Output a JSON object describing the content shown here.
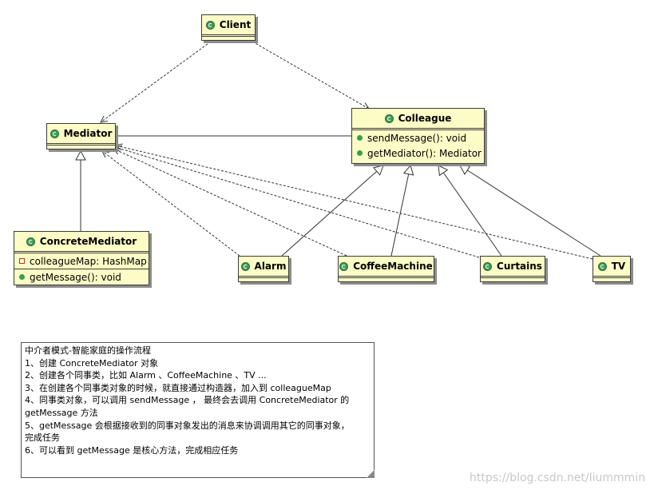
{
  "classes": {
    "client": {
      "name": "Client"
    },
    "mediator": {
      "name": "Mediator"
    },
    "colleague": {
      "name": "Colleague",
      "methods": [
        "sendMessage(): void",
        "getMediator(): Mediator"
      ]
    },
    "concrete_mediator": {
      "name": "ConcreteMediator",
      "attributes": [
        "colleagueMap: HashMap"
      ],
      "methods": [
        "getMessage(): void"
      ]
    },
    "alarm": {
      "name": "Alarm"
    },
    "coffee_machine": {
      "name": "CoffeeMachine"
    },
    "curtains": {
      "name": "Curtains"
    },
    "tv": {
      "name": "TV"
    }
  },
  "note": {
    "lines": [
      "中介者模式-智能家庭的操作流程",
      "1、创建 ConcreteMediator 对象",
      "2、创建各个同事类，比如 Alarm 、CoffeeMachine 、TV ...",
      "3、在创建各个同事类对象的时候，就直接通过构造器，加入到 colleagueMap",
      "4、同事类对象，可以调用 sendMessage ， 最终会去调用 ConcreteMediator 的",
      "getMessage 方法",
      "5、getMessage 会根据接收到的同事对象发出的消息来协调调用其它的同事对象，",
      "完成任务",
      "6、可以看到 getMessage 是核心方法，完成相应任务"
    ]
  },
  "watermark": "https://blog.csdn.net/liummmin",
  "colors": {
    "class_fill": "#fcfcc6",
    "class_border": "#3d3d3d",
    "icon": "#3f9b57"
  }
}
